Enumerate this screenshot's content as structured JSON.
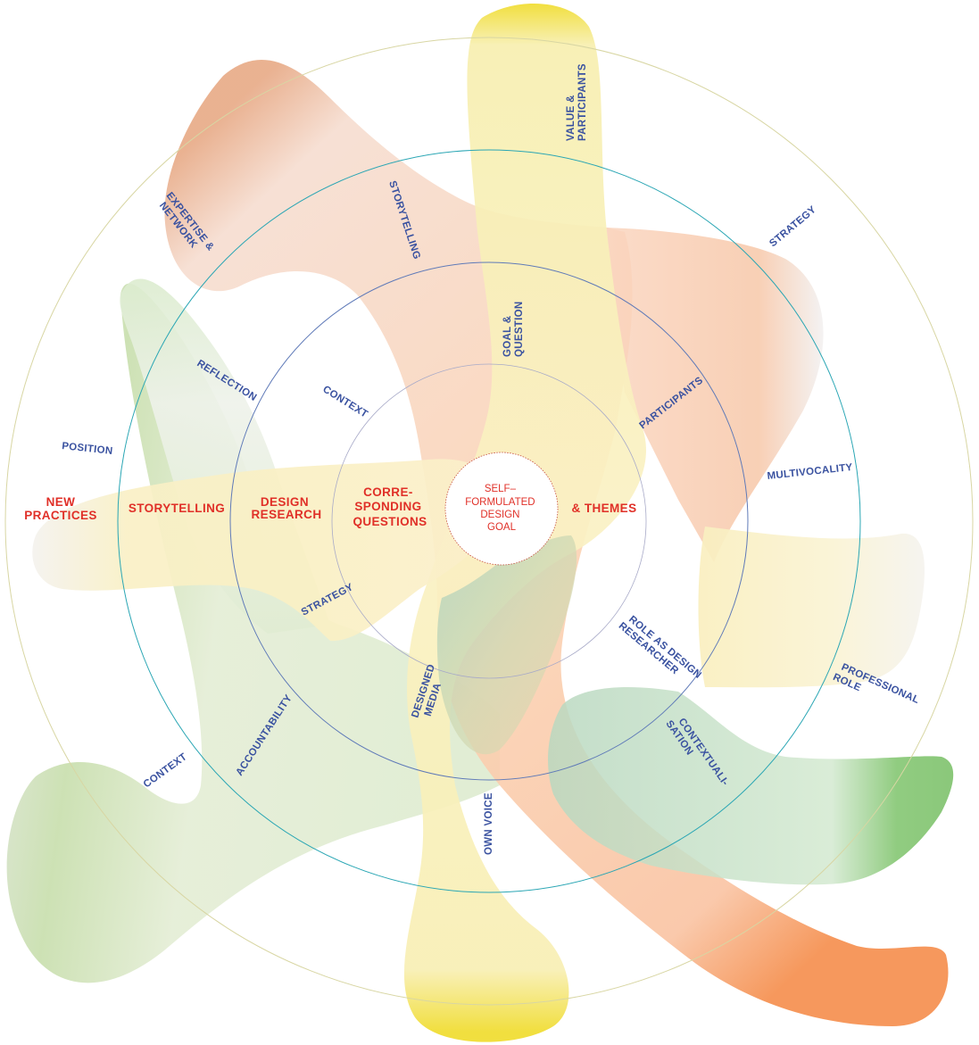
{
  "diagram": {
    "center": {
      "lines": [
        "SELF–",
        "FORMULATED",
        "DESIGN",
        "GOAL"
      ]
    },
    "ring_labels": {
      "new_practices": [
        "NEW",
        "PRACTICES"
      ],
      "storytelling": "STORYTELLING",
      "design_research": [
        "DESIGN",
        "RESEARCH"
      ],
      "corresponding_questions": [
        "CORRE-",
        "SPONDING",
        "QUESTIONS"
      ],
      "themes": "& THEMES"
    },
    "topics": {
      "value_participants": [
        "VALUE &",
        "PARTICIPANTS"
      ],
      "expertise_network": [
        "EXPERTISE &",
        "NETWORK"
      ],
      "storytelling": "STORYTELLING",
      "goal_question": [
        "GOAL &",
        "QUESTION"
      ],
      "strategy_outer": "STRATEGY",
      "reflection": "REFLECTION",
      "context_inner": "CONTEXT",
      "participants": "PARTICIPANTS",
      "position": "POSITION",
      "multivocality": "MULTIVOCALITY",
      "strategy_inner": "STRATEGY",
      "role_as_design_researcher": [
        "ROLE AS DESIGN",
        "RESEARCHER"
      ],
      "professional_role": [
        "PROFESSIONAL",
        "ROLE"
      ],
      "designed_media": [
        "DESIGNED",
        "MEDIA"
      ],
      "accountability": "ACCOUNTABILITY",
      "contextualisation": [
        "CONTEXTUALI-",
        "SATION"
      ],
      "context_outer": "CONTEXT",
      "own_voice": "OWN VOICE"
    },
    "colors": {
      "text_blue": "#3a52a0",
      "text_red": "#e03028",
      "yellow": "#f0dc2e",
      "orange": "#f58d4b",
      "green": "#7dc36a",
      "sage": "#a5cc80"
    }
  }
}
